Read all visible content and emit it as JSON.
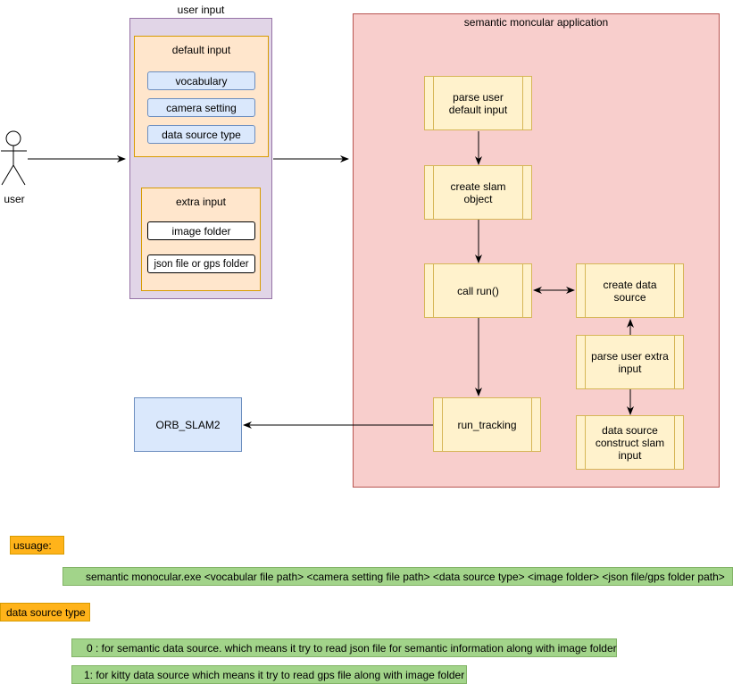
{
  "actor": {
    "label": "user"
  },
  "user_input": {
    "title": "user input",
    "default_input": {
      "title": "default input",
      "items": [
        "vocabulary",
        "camera setting",
        "data source type"
      ]
    },
    "extra_input": {
      "title": "extra input",
      "items": [
        "image folder",
        "json file or gps folder"
      ]
    }
  },
  "application": {
    "title": "semantic moncular application",
    "steps": {
      "parse_default": "parse user default input",
      "create_slam": "create slam object",
      "call_run": "call run()",
      "create_data_source": "create data source",
      "parse_extra": "parse user extra input",
      "data_source_construct": "data source construct slam input",
      "run_tracking": "run_tracking"
    }
  },
  "external": {
    "orb_slam": "ORB_SLAM2"
  },
  "notes": {
    "usage_label": "usuage:",
    "usage_command": "semantic monocular.exe <vocabular file path> <camera setting file path> <data source type> <image folder> <json file/gps folder path>",
    "data_source_label": "data source type",
    "option_0": "0 : for semantic data source. which means it try to read json file for semantic information along with image folder",
    "option_1": "1: for kitty data source which means it try to read gps file along with image folder"
  },
  "colors": {
    "purple_fill": "#e1d5e7",
    "orange_fill": "#ffe6cc",
    "blue_fill": "#dae8fc",
    "red_fill": "#f8cecc",
    "yellow_fill": "#fff2cc",
    "label_orange": "#ffb31a",
    "bar_green": "#a2d48a"
  },
  "icons": {
    "actor": "stick-figure-icon"
  }
}
